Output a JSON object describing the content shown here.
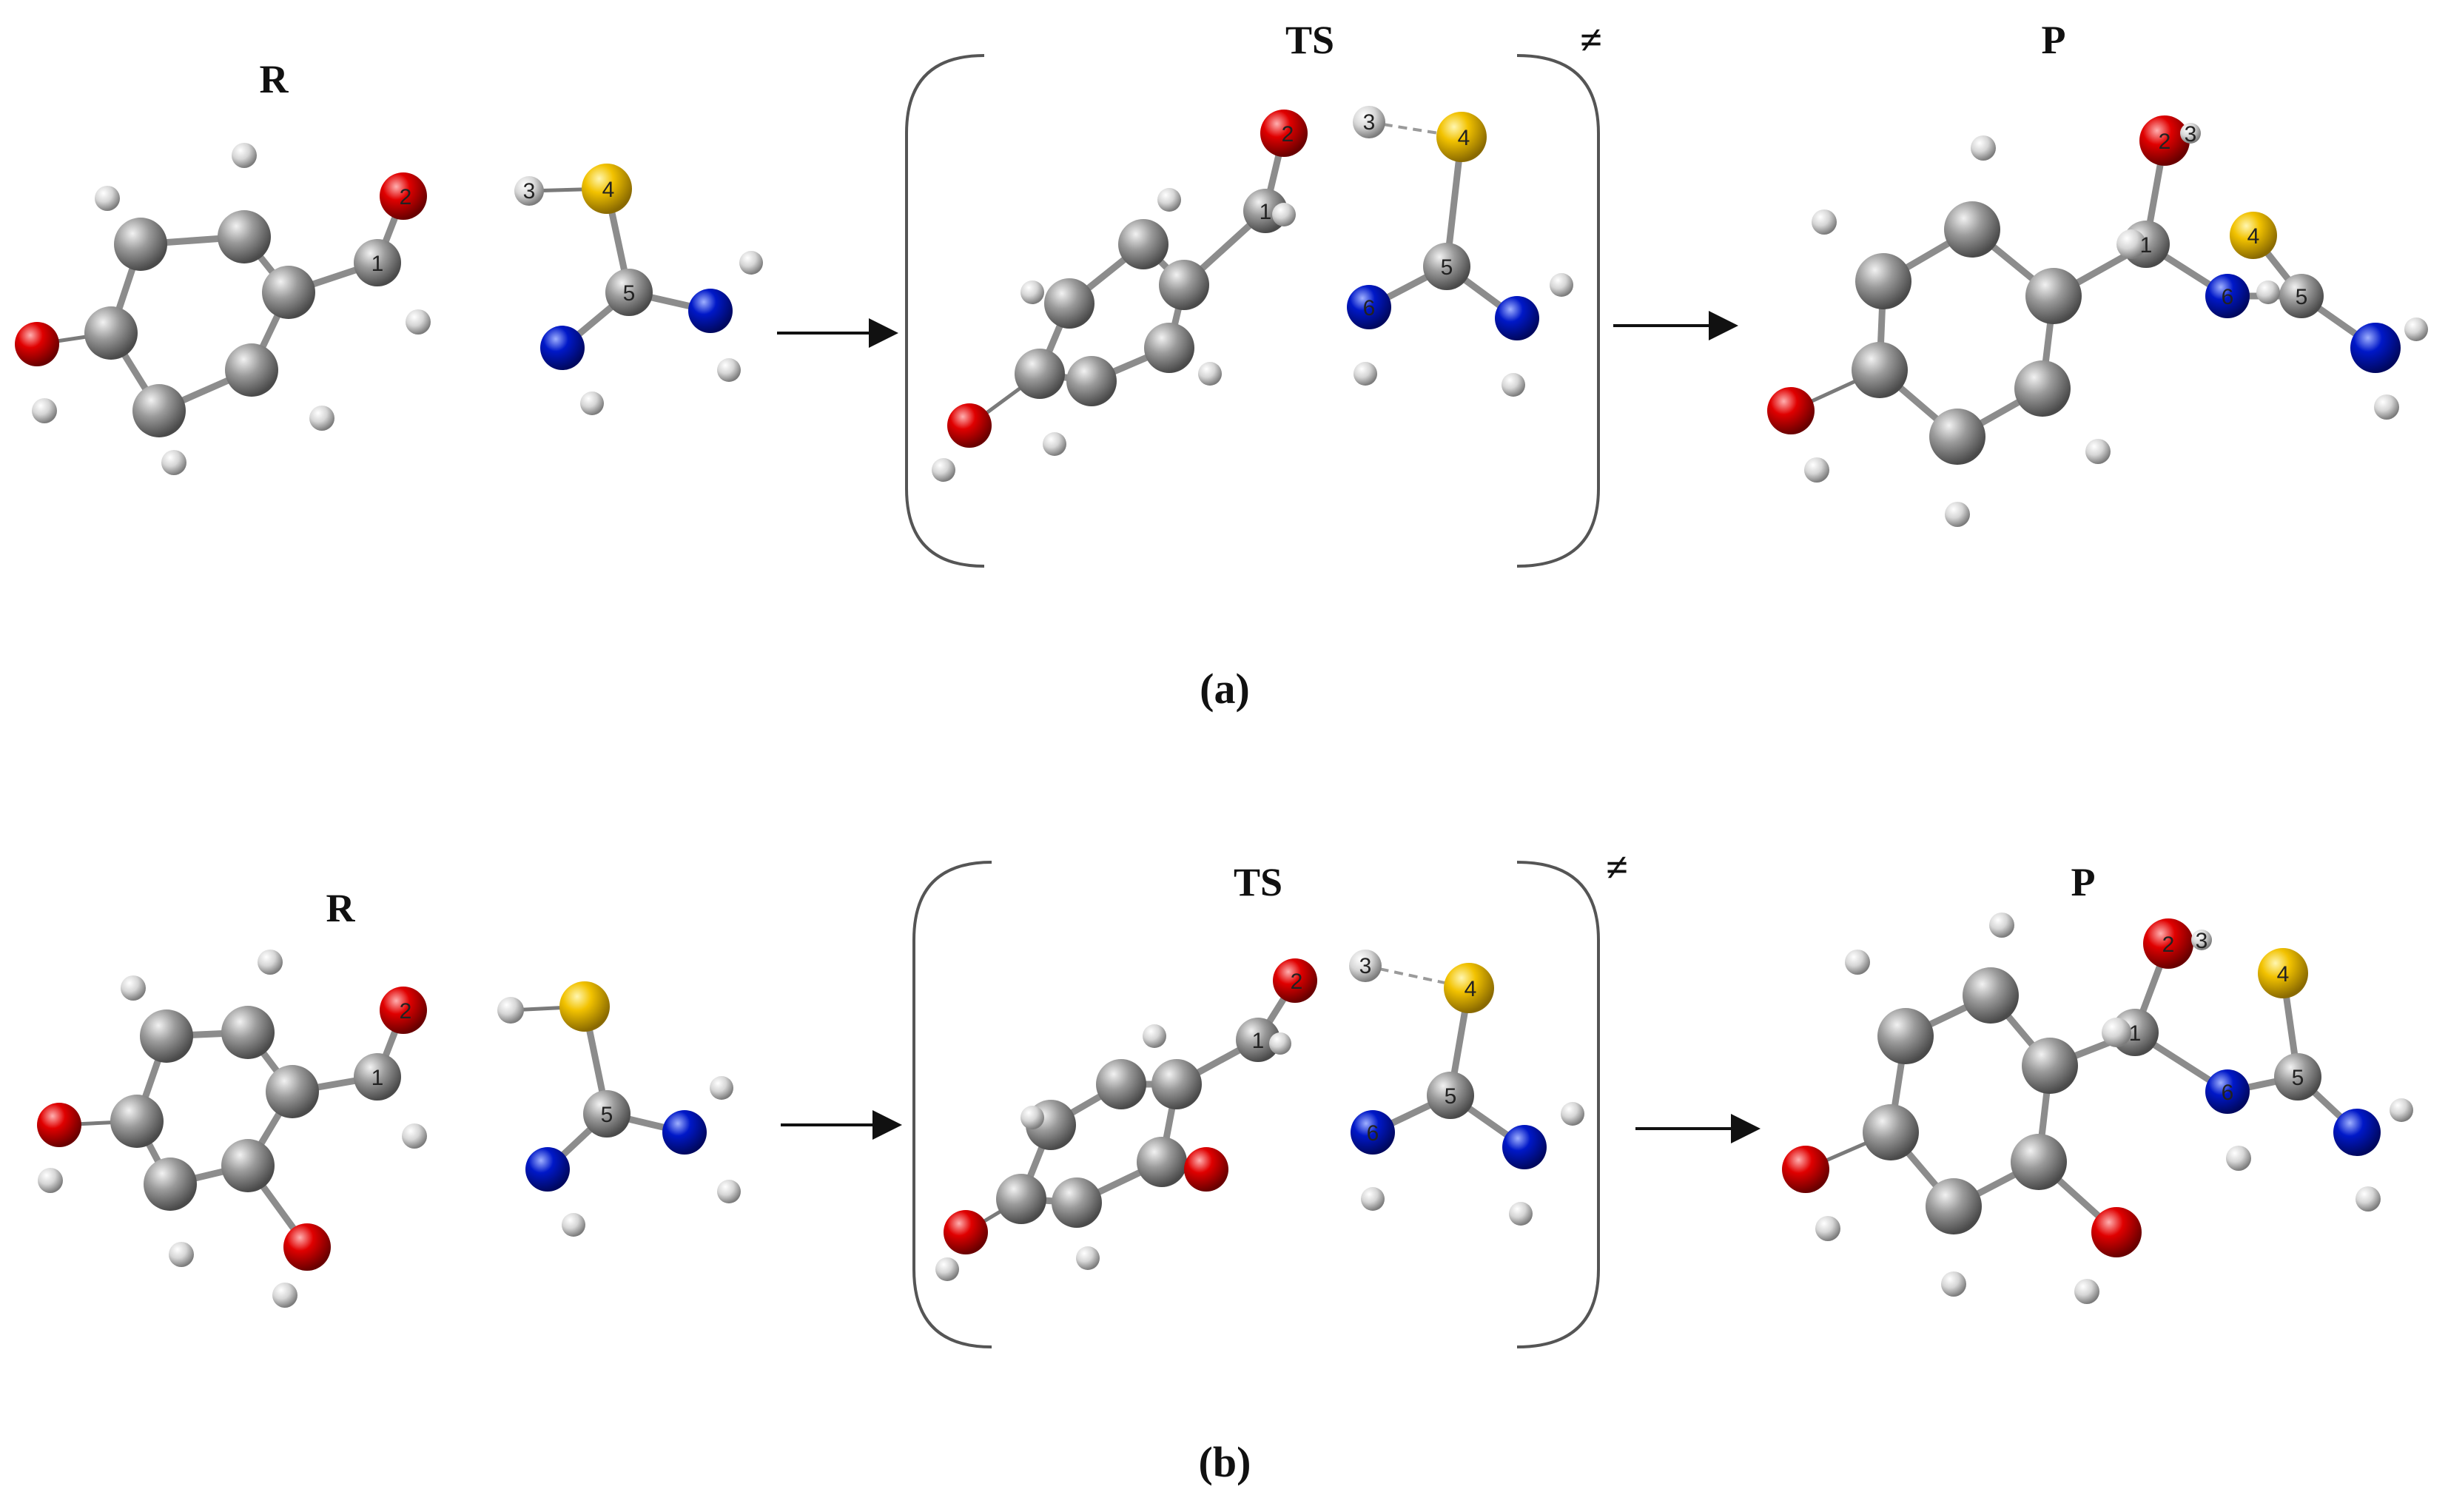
{
  "panels": [
    {
      "label": "(a)",
      "reactant_label": "R",
      "ts_label": "TS",
      "ts_symbol": "≠",
      "product_label": "P"
    },
    {
      "label": "(b)",
      "reactant_label": "R",
      "ts_label": "TS",
      "ts_symbol": "≠",
      "product_label": "P"
    }
  ],
  "atom_numbers": [
    "1",
    "2",
    "3",
    "4",
    "5",
    "6"
  ],
  "atom_colors": {
    "carbon": "#8a8a8a",
    "oxygen": "#e00000",
    "nitrogen": "#0018c8",
    "sulfur": "#f2c200",
    "hydrogen": "#d6d6d6"
  }
}
